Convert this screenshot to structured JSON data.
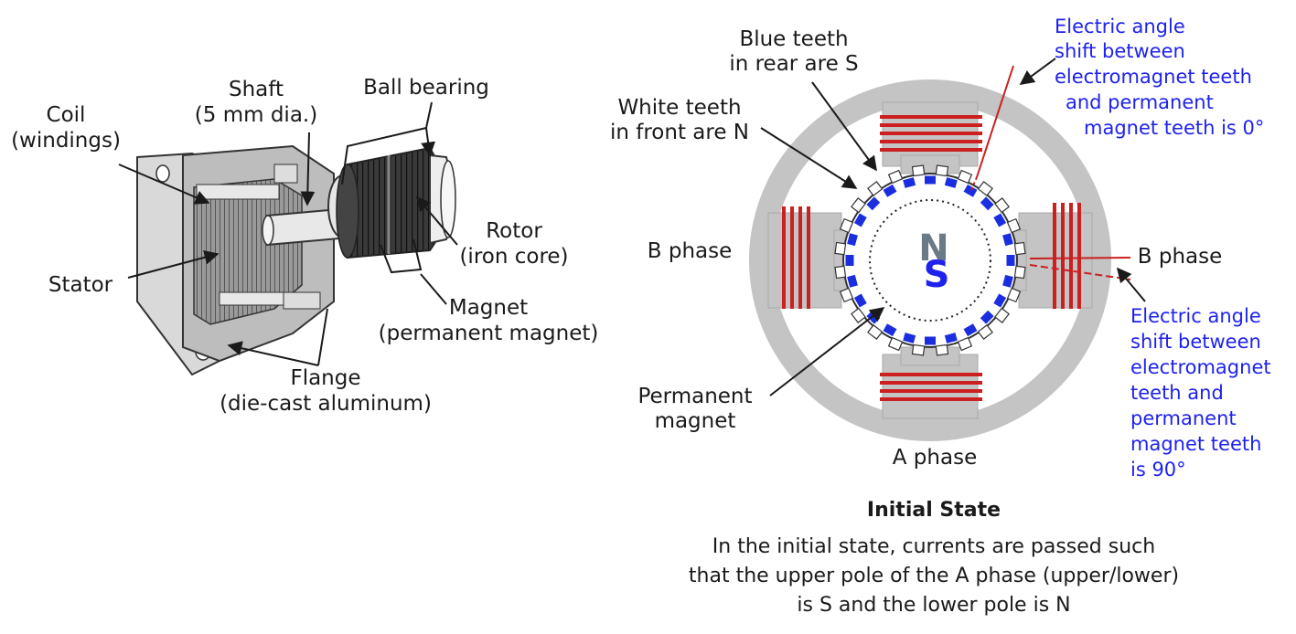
{
  "motor_labels": {
    "coil": [
      "Coil",
      "(windings)"
    ],
    "shaft": [
      "Shaft",
      "(5 mm dia.)"
    ],
    "ball_bearing": "Ball bearing",
    "rotor": [
      "Rotor",
      "(iron core)"
    ],
    "stator": "Stator",
    "magnet": [
      "Magnet",
      "(permanent magnet)"
    ],
    "flange": [
      "Flange",
      "(die-cast aluminum)"
    ]
  },
  "diagram_labels": {
    "blue_teeth": [
      "Blue teeth",
      "in rear are S"
    ],
    "white_teeth": [
      "White teeth",
      "in front are N"
    ],
    "b_phase_left": "B phase",
    "b_phase_right": "B phase",
    "a_phase": "A phase",
    "permanent_magnet": [
      "Permanent",
      "magnet"
    ],
    "pole_n": "N",
    "pole_s": "S"
  },
  "annotations": {
    "angle_0": [
      "Electric angle",
      "shift between",
      "electromagnet teeth",
      "and permanent",
      "magnet teeth is 0°"
    ],
    "angle_90": [
      "Electric angle",
      "shift between",
      "electromagnet",
      "teeth and",
      "permanent",
      "magnet teeth",
      "is 90°"
    ]
  },
  "caption": {
    "title": "Initial State",
    "lines": [
      "In the initial state, currents are passed such",
      "that the upper pole of the A phase (upper/lower)",
      "is S and the lower pole is N"
    ]
  },
  "colors": {
    "coil_red": "#cc1f1f",
    "annotation_blue": "#1e22ee",
    "stator_gray": "#c4c4c4",
    "rotor_tooth_blue": "#1a2ee0"
  }
}
